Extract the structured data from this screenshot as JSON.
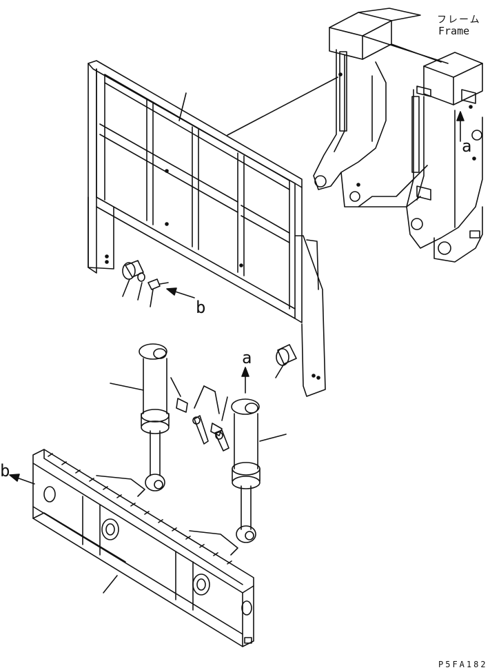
{
  "labels": {
    "frame_jp": "フレーム",
    "frame_en": "Frame",
    "arrow_a_top": "a",
    "arrow_b_mid": "b",
    "arrow_a_mid": "a",
    "arrow_b_left": "b",
    "drawing_code": "P5FA182"
  }
}
